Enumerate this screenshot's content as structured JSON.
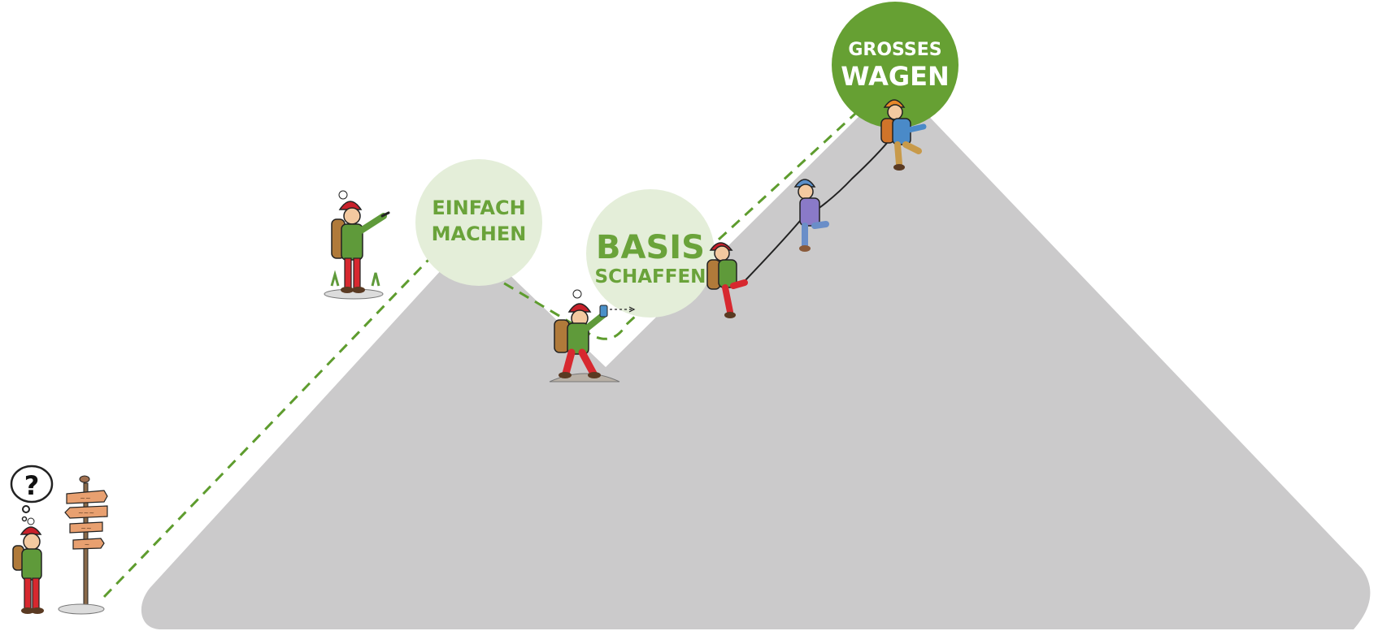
{
  "stages": [
    {
      "id": "einfach",
      "line1": "EINFACH",
      "line2": "MACHEN"
    },
    {
      "id": "basis",
      "line1": "BASIS",
      "line2": "SCHAFFEN"
    },
    {
      "id": "grosses",
      "line1": "GROSSES",
      "line2": "WAGEN"
    }
  ],
  "figures": {
    "thought_bubble_symbol": "?",
    "signpost_signs": [
      "~~",
      "~~~",
      "~~",
      "~"
    ]
  },
  "colors": {
    "mountain": "#cbcacb",
    "path": "#5e9c2e",
    "stage_light": "#e4eed9",
    "stage_light_text": "#6aa33a",
    "stage_dark": "#66a033",
    "stage_dark_text": "#ffffff",
    "hiker_hat": "#c8202a",
    "hiker_jacket": "#5f9a3a",
    "hiker_pants": "#d7282f",
    "backpack": "#b07a3a"
  }
}
